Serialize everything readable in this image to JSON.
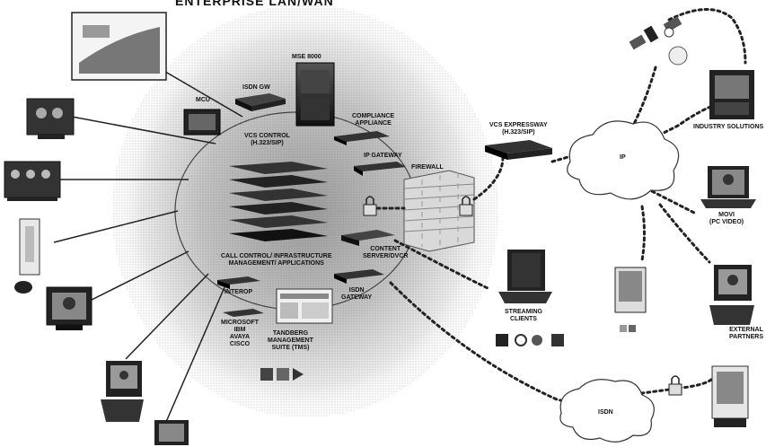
{
  "title": "ENTERPRISE LAN/WAN",
  "core": {
    "mse": "MSE 8000",
    "isdn_gw": "ISDN GW",
    "mcu": "MCU",
    "vcs_control": [
      "VCS CONTROL",
      "(H.323/SIP)"
    ],
    "call_control": [
      "CALL CONTROL/ INFRASTRUCTURE",
      "MANAGEMENT/ APPLICATIONS"
    ],
    "compliance": [
      "COMPLIANCE",
      "APPLIANCE"
    ],
    "ip_gateway": "IP GATEWAY",
    "firewall": "FIREWALL",
    "content_server": [
      "CONTENT",
      "SERVER/DVCR"
    ],
    "isdn_gateway": [
      "ISDN",
      "GATEWAY"
    ],
    "interop": "INTEROP",
    "microsoft": [
      "MICROSOFT",
      "IBM",
      "AVAYA",
      "CISCO"
    ],
    "tms": [
      "TANDBERG",
      "MANAGEMENT",
      "SUITE (TMS)"
    ]
  },
  "external": {
    "vcs_expressway": [
      "VCS EXPRESSWAY",
      "(H.323/SIP)"
    ],
    "ip": "IP",
    "industry": "INDUSTRY SOLUTIONS",
    "movi": [
      "MOVI",
      "(PC VIDEO)"
    ],
    "streaming": [
      "STREAMING",
      "CLIENTS"
    ],
    "external_partners": [
      "EXTERNAL",
      "PARTNERS"
    ],
    "isdn": "ISDN"
  }
}
